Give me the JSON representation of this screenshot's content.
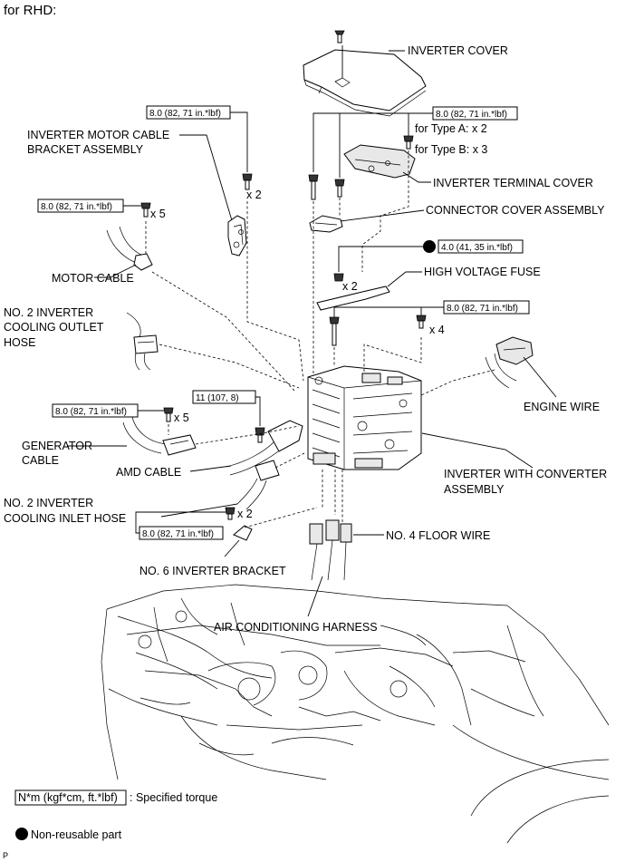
{
  "header": "for RHD:",
  "labels": {
    "inverter_cover": "INVERTER COVER",
    "motor_cable_bracket_1": "INVERTER MOTOR CABLE",
    "motor_cable_bracket_2": "BRACKET ASSEMBLY",
    "type_a": "for Type A: x 2",
    "type_b": "for Type B: x 3",
    "terminal_cover": "INVERTER TERMINAL COVER",
    "connector_cover": "CONNECTOR COVER ASSEMBLY",
    "motor_cable": "MOTOR CABLE",
    "hv_fuse": "HIGH VOLTAGE FUSE",
    "outlet_hose_1": "NO. 2  INVERTER",
    "outlet_hose_2": "COOLING OUTLET",
    "outlet_hose_3": "HOSE",
    "engine_wire": "ENGINE WIRE",
    "generator_cable_1": "GENERATOR",
    "generator_cable_2": "CABLE",
    "amd_cable": "AMD CABLE",
    "inverter_assy_1": "INVERTER WITH CONVERTER",
    "inverter_assy_2": "ASSEMBLY",
    "inlet_hose_1": "NO. 2 INVERTER",
    "inlet_hose_2": "COOLING INLET HOSE",
    "floor_wire": "NO. 4 FLOOR WIRE",
    "bracket6": "NO. 6 INVERTER BRACKET",
    "ac_harness": "AIR CONDITIONING HARNESS"
  },
  "quantities": {
    "x2_bracket": "x 2",
    "x5_motor": "x 5",
    "x2_fuse": "x 2",
    "x4": "x 4",
    "x5_gen": "x 5",
    "x2_inlet": "x 2"
  },
  "torques": {
    "t_bracket": "8.0 (82, 71 in.*lbf)",
    "t_cover": "8.0 (82, 71 in.*lbf)",
    "t_motor": "8.0 (82, 71 in.*lbf)",
    "t_fuse": "4.0 (41, 35 in.*lbf)",
    "t_x4": "8.0 (82, 71 in.*lbf)",
    "t_11": "11 (107, 8)",
    "t_gen": "8.0 (82, 71 in.*lbf)",
    "t_inlet": "8.0 (82, 71 in.*lbf)"
  },
  "legend": {
    "torque_box": "N*m (kgf*cm, ft.*lbf)",
    "torque_desc": ": Specified torque",
    "nonreusable": "Non-reusable part"
  },
  "footer_code": "P"
}
